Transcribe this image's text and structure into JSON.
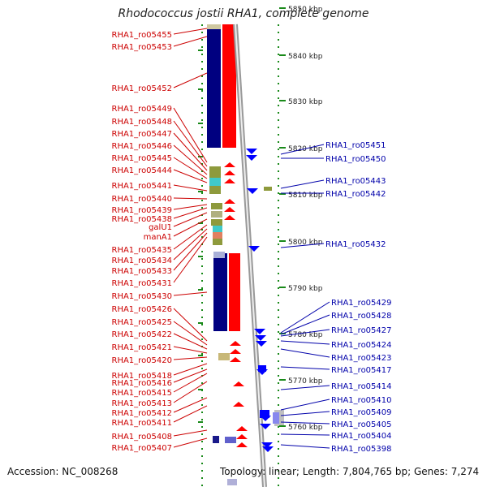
{
  "title": "Rhodococcus jostii RHA1, complete genome",
  "footer": {
    "accession": "Accession: NC_008268",
    "topology": "Topology: linear; Length: 7,804,765 bp; Genes: 7,274"
  },
  "colors": {
    "left_gene_label": "#cc0000",
    "right_gene_label": "#0000aa",
    "forward_strand": "#ff0000",
    "reverse_strand": "#0000ff",
    "operon_block": "#000080",
    "tick_mark": "#1a8a1a",
    "backbone": "#999999"
  },
  "scale_labels": [
    "5850 kbp",
    "5840 kbp",
    "5830 kbp",
    "5820 kbp",
    "5810 kbp",
    "5800 kbp",
    "5790 kbp",
    "5780 kbp",
    "5770 kbp",
    "5760 kbp"
  ],
  "left_labels": [
    "RHA1_ro05455",
    "RHA1_ro05453",
    "RHA1_ro05452",
    "RHA1_ro05449",
    "RHA1_ro05448",
    "RHA1_ro05447",
    "RHA1_ro05446",
    "RHA1_ro05445",
    "RHA1_ro05444",
    "RHA1_ro05441",
    "RHA1_ro05440",
    "RHA1_ro05439",
    "RHA1_ro05438",
    "galU1",
    "manA1",
    "RHA1_ro05435",
    "RHA1_ro05434",
    "RHA1_ro05433",
    "RHA1_ro05431",
    "RHA1_ro05430",
    "RHA1_ro05426",
    "RHA1_ro05425",
    "RHA1_ro05422",
    "RHA1_ro05421",
    "RHA1_ro05420",
    "RHA1_ro05418",
    "RHA1_ro05416",
    "RHA1_ro05415",
    "RHA1_ro05413",
    "RHA1_ro05412",
    "RHA1_ro05411",
    "RHA1_ro05408",
    "RHA1_ro05407"
  ],
  "right_labels": [
    "RHA1_ro05451",
    "RHA1_ro05450",
    "RHA1_ro05443",
    "RHA1_ro05442",
    "RHA1_ro05432",
    "RHA1_ro05429",
    "RHA1_ro05428",
    "RHA1_ro05427",
    "RHA1_ro05424",
    "RHA1_ro05423",
    "RHA1_ro05417",
    "RHA1_ro05414",
    "RHA1_ro05410",
    "RHA1_ro05409",
    "RHA1_ro05405",
    "RHA1_ro05404",
    "RHA1_ro05398"
  ]
}
